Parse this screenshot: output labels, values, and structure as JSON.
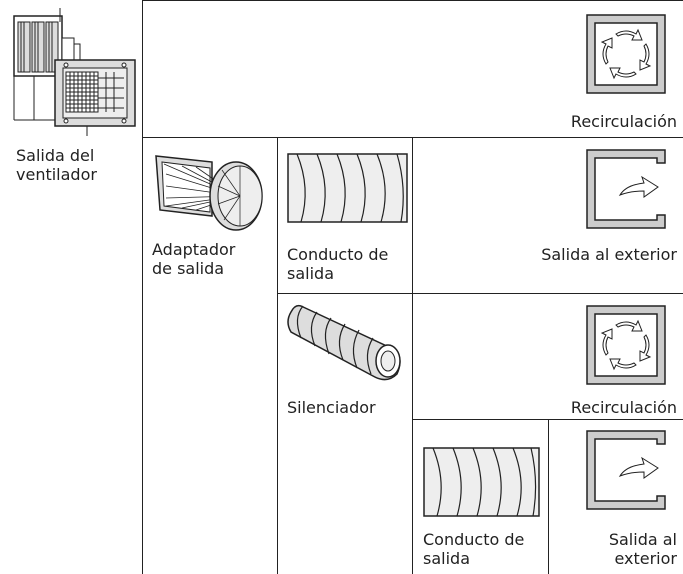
{
  "cells": {
    "fan_outlet": "Salida del\nventilador",
    "recirc_top": "Recirculación",
    "adapter": "Adaptador\nde salida",
    "duct_1": "Conducto de\nsalida",
    "exterior_1": "Salida al exterior",
    "silencer": "Silenciador",
    "recirc_mid": "Recirculación",
    "duct_2": "Conducto de\nsalida",
    "exterior_2": "Salida al\nexterior"
  },
  "icons": {
    "fan_unit": "fan-unit-icon",
    "recirculation": "recirculation-icon",
    "exterior_outlet": "exterior-outlet-icon",
    "outlet_adapter": "outlet-adapter-icon",
    "flex_duct": "flex-duct-icon",
    "silencer": "silencer-icon"
  },
  "colors": {
    "lines": "#222222",
    "frame_fill": "#cccccc"
  }
}
